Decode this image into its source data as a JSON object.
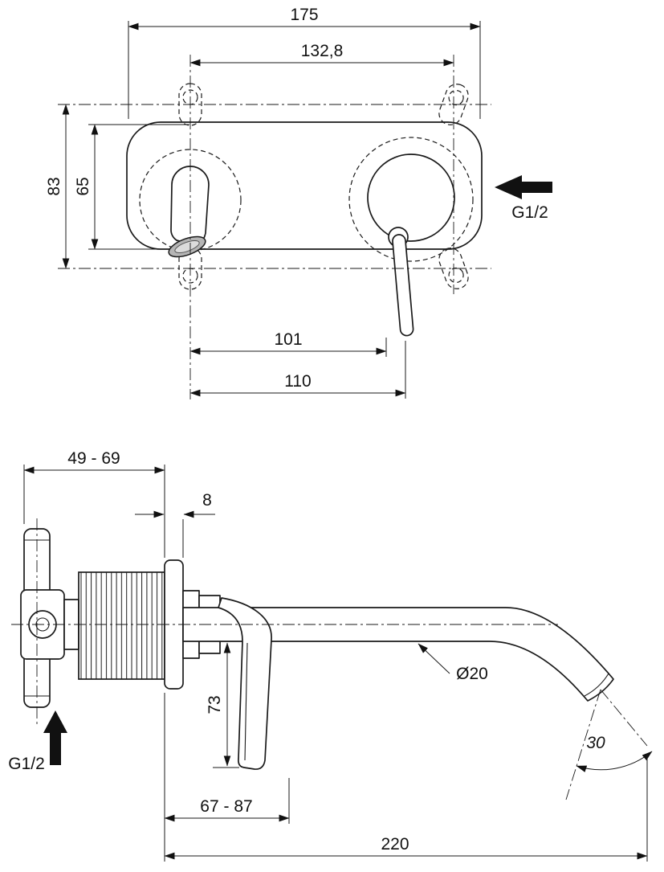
{
  "colors": {
    "line": "#1a1a1a",
    "aerator_fill": "#b5b5b5"
  },
  "top_view": {
    "connection_label": "G1/2",
    "dims": {
      "overall_width": "175",
      "hole_spacing": "132,8",
      "height_overall": "83",
      "height_spout": "65",
      "spout_reach": "101",
      "handle_reach": "110"
    }
  },
  "side_view": {
    "connection_label": "G1/2",
    "dims": {
      "wall_depth_range": "49 - 69",
      "plate_thickness": "8",
      "handle_drop": "73",
      "spout_diameter": "Ø20",
      "spout_angle": "30",
      "handle_projection_range": "67 - 87",
      "spout_projection": "220"
    }
  }
}
